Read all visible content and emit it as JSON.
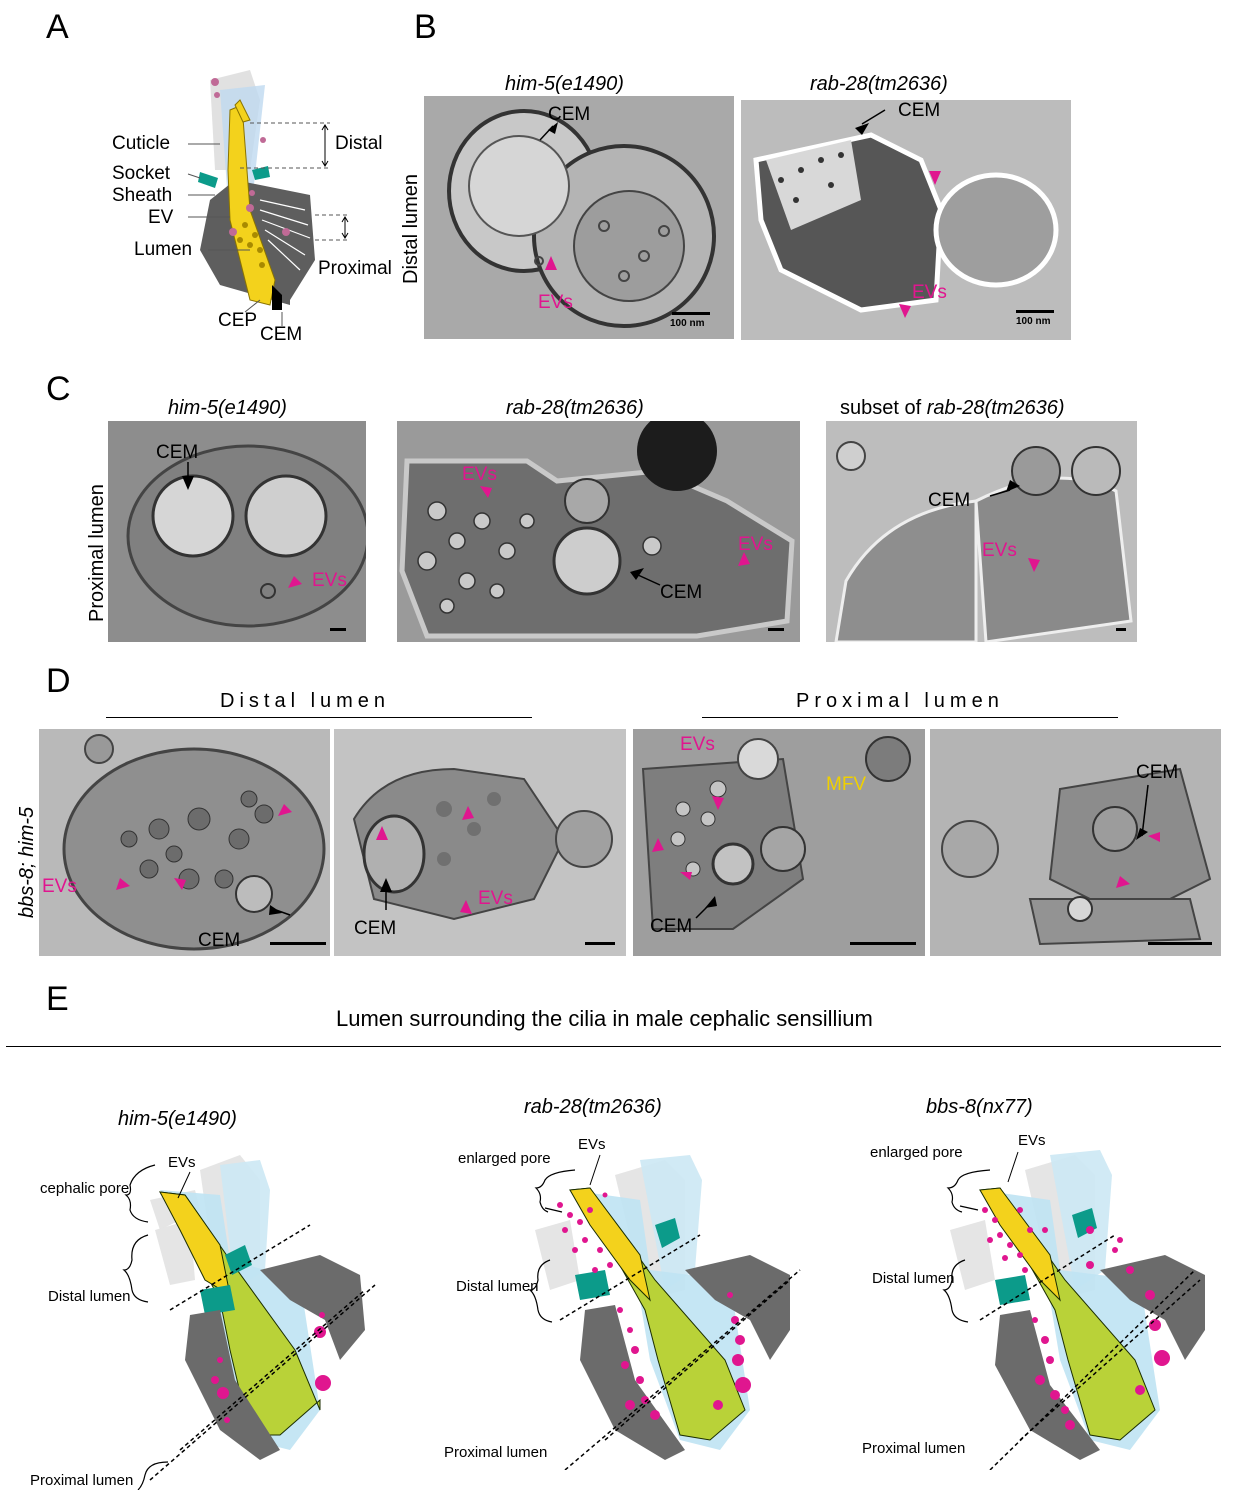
{
  "panels": {
    "A": "A",
    "B": "B",
    "C": "C",
    "D": "D",
    "E": "E"
  },
  "panelA": {
    "labels": {
      "cuticle": "Cuticle",
      "socket": "Socket",
      "sheath": "Sheath",
      "ev": "EV",
      "lumen": "Lumen",
      "distal": "Distal",
      "proximal": "Proximal",
      "cep": "CEP",
      "cem": "CEM"
    }
  },
  "panelB": {
    "side_label": "Distal lumen",
    "left": {
      "genotype": "him-5(e1490)",
      "cem": "CEM",
      "evs": "EVs",
      "scale": "100 nm"
    },
    "right": {
      "genotype": "rab-28(tm2636)",
      "cem": "CEM",
      "evs": "EVs",
      "scale": "100 nm"
    }
  },
  "panelC": {
    "side_label": "Proximal lumen",
    "g1": {
      "genotype": "him-5(e1490)",
      "cem": "CEM",
      "evs": "EVs"
    },
    "g2": {
      "genotype": "rab-28(tm2636)",
      "cem": "CEM",
      "evs": "EVs",
      "evs2": "EVs"
    },
    "g3": {
      "prefix": "subset of ",
      "genotype": "rab-28(tm2636)",
      "cem": "CEM",
      "evs": "EVs"
    }
  },
  "panelD": {
    "side_label": "bbs-8; him-5",
    "distal_header": "Distal lumen",
    "proximal_header": "Proximal lumen",
    "d1": {
      "evs": "EVs",
      "cem": "CEM"
    },
    "d2": {
      "cem": "CEM",
      "evs": "EVs"
    },
    "d3": {
      "evs": "EVs",
      "mfv": "MFV",
      "cem": "CEM"
    },
    "d4": {
      "cem": "CEM"
    }
  },
  "panelE": {
    "title": "Lumen surrounding the cilia in male cephalic sensillium",
    "d1": {
      "genotype": "him-5(e1490)",
      "evs": "EVs",
      "pore": "cephalic pore",
      "distal": "Distal lumen",
      "proximal": "Proximal lumen"
    },
    "d2": {
      "genotype": "rab-28(tm2636)",
      "evs": "EVs",
      "pore": "enlarged pore",
      "distal": "Distal lumen",
      "proximal": "Proximal lumen"
    },
    "d3": {
      "genotype": "bbs-8(nx77)",
      "evs": "EVs",
      "pore": "enlarged pore",
      "distal": "Distal lumen",
      "proximal": "Proximal lumen"
    }
  },
  "colors": {
    "ev_magenta": "#e0168f",
    "cilium_yellow": "#f3d21c",
    "cilium_green": "#b9d238",
    "socket_teal": "#0c9b8a",
    "sheath_gray": "#6b6b6b",
    "lumen_blue": "#bfe3f3",
    "cuticle_gray": "#d9d9d9",
    "mfv_yellow": "#f0d000"
  }
}
